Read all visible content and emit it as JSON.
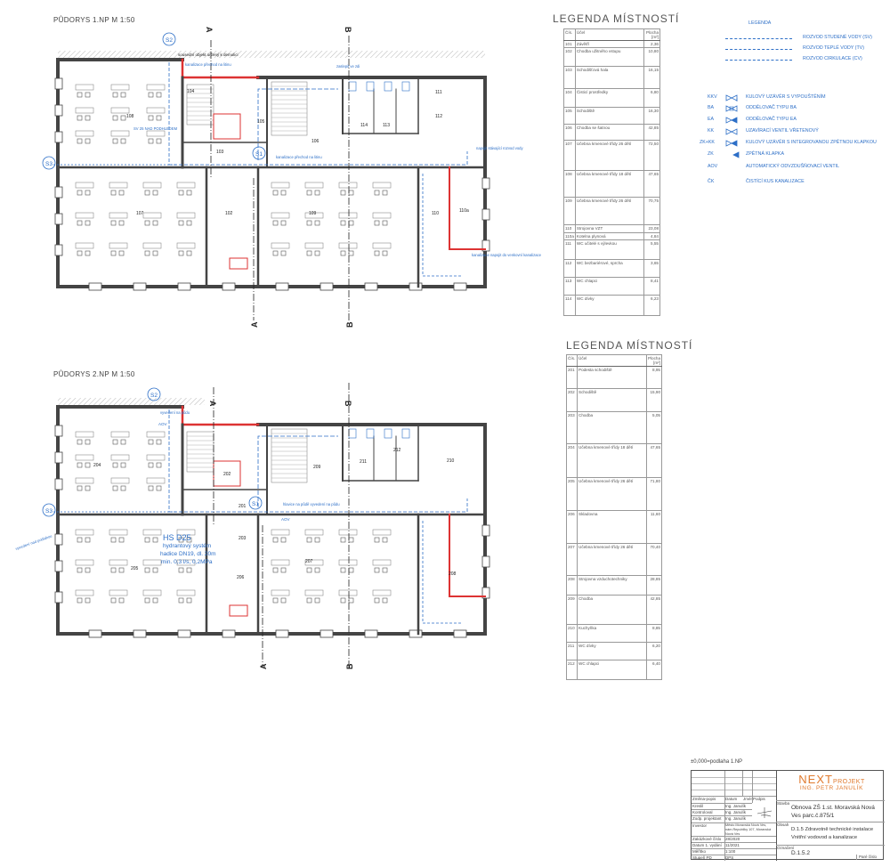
{
  "plans": {
    "np1": {
      "title": "PŮDORYS 1.NP  M 1:50",
      "neighbor_note": "sousední objekt určený k demolici",
      "rooms": [
        {
          "id": "108"
        },
        {
          "id": "104"
        },
        {
          "id": "105"
        },
        {
          "id": "103"
        },
        {
          "id": "106"
        },
        {
          "id": "114"
        },
        {
          "id": "113"
        },
        {
          "id": "112"
        },
        {
          "id": "111"
        },
        {
          "id": "107"
        },
        {
          "id": "102"
        },
        {
          "id": "109"
        },
        {
          "id": "110"
        },
        {
          "id": "110a"
        }
      ],
      "notes": [
        "kanalizace přechod na litinu",
        "kanalizace přechod na litinu",
        "napojit stávající rozvod vody",
        "kanalizace napojit do venkovní kanalizace",
        "zaslepit ve zdi",
        "SV 25 NAD PODHLEDEM"
      ]
    },
    "np2": {
      "title": "PŮDORYS 2.NP  M 1:50",
      "rooms": [
        {
          "id": "204"
        },
        {
          "id": "202"
        },
        {
          "id": "209"
        },
        {
          "id": "211"
        },
        {
          "id": "212"
        },
        {
          "id": "210"
        },
        {
          "id": "201"
        },
        {
          "id": "203"
        },
        {
          "id": "205"
        },
        {
          "id": "206"
        },
        {
          "id": "207"
        },
        {
          "id": "208"
        }
      ],
      "notes": [
        "vyvedení na půdu",
        "hlavice na půdě vyvedení na půdu",
        "vyvedení nad podlahou",
        "AOV",
        "AOV"
      ],
      "hydrant": [
        "HS D25",
        "hydrantový systém",
        "hadice DN19, dl. 20m",
        "min. 0,3 l/s, 0,2MPa"
      ]
    },
    "markers": {
      "s1": "S1",
      "s2": "S2",
      "s3": "S3",
      "a": "A",
      "b": "B"
    }
  },
  "room_legend_1": {
    "title": "LEGENDA MÍSTNOSTÍ",
    "headers": [
      "Čís.",
      "Účel",
      "Plocha [m²]"
    ],
    "rows": [
      [
        "101",
        "Závětří",
        "2,36"
      ],
      [
        "102",
        "Chodba užitného vstupu",
        "10,80"
      ],
      [
        "103",
        "Schodišťová hala",
        "16,15"
      ],
      [
        "104",
        "Čisticí prostředky",
        "6,80"
      ],
      [
        "105",
        "Schodiště",
        "16,30"
      ],
      [
        "106",
        "Chodba se šatnou",
        "42,85"
      ],
      [
        "107",
        "Učebna kmenové třídy 26 dětí",
        "72,50"
      ],
      [
        "108",
        "Učebna kmenové třídy 18 dětí",
        "47,65"
      ],
      [
        "109",
        "Učebna kmenové třídy 26 dětí",
        "70,75"
      ],
      [
        "110",
        "Strojovna VZT",
        "23,08"
      ],
      [
        "110a",
        "Kotelna plynová",
        "4,84"
      ],
      [
        "111",
        "WC učitelé s výlevkou",
        "5,55"
      ],
      [
        "112",
        "WC bezbariérové, sprcha",
        "3,65"
      ],
      [
        "113",
        "WC chlapci",
        "8,41"
      ],
      [
        "114",
        "WC dívky",
        "6,23"
      ]
    ]
  },
  "room_legend_2": {
    "title": "LEGENDA MÍSTNOSTÍ",
    "headers": [
      "Čís.",
      "Účel",
      "Plocha [m²]"
    ],
    "rows": [
      [
        "201",
        "Podesta schodiště",
        "8,95"
      ],
      [
        "202",
        "Schodiště",
        "15,90"
      ],
      [
        "203",
        "Chodba",
        "5,05"
      ],
      [
        "204",
        "Učebna kmenové třídy 18 dětí",
        "47,65"
      ],
      [
        "205",
        "Učebna kmenové třídy 26 dětí",
        "71,80"
      ],
      [
        "206",
        "Skladovna",
        "11,60"
      ],
      [
        "207",
        "Učebna kmenové třídy 26 dětí",
        "70,40"
      ],
      [
        "208",
        "Strojovna vzduchotechniky",
        "28,85"
      ],
      [
        "209",
        "Chodba",
        "42,85"
      ],
      [
        "210",
        "Kuchyňka",
        "8,85"
      ],
      [
        "211",
        "WC dívky",
        "6,20"
      ],
      [
        "212",
        "WC chlapci",
        "6,40"
      ]
    ]
  },
  "pipe_legend": {
    "title": "LEGENDA",
    "lines": [
      {
        "label": "ROZVOD STUDENÉ VODY (SV)"
      },
      {
        "label": "ROZVOD TEPLÉ VODY (TV)"
      },
      {
        "label": "ROZVOD CIRKULACE (CV)"
      }
    ],
    "symbols": [
      {
        "code": "KKV",
        "icon": "ball-valve-drain-icon",
        "label": "KULOVÝ UZÁVĚR S VYPOUŠTĚNÍM"
      },
      {
        "code": "BA",
        "icon": "separator-ba-icon",
        "label": "ODDĚLOVAČ TYPU BA"
      },
      {
        "code": "EA",
        "icon": "separator-ea-icon",
        "label": "ODDĚLOVAČ TYPU EA"
      },
      {
        "code": "KK",
        "icon": "globe-valve-icon",
        "label": "UZAVÍRACÍ VENTIL VŘETENOVÝ"
      },
      {
        "code": "ZK+KK",
        "icon": "ball-valve-check-icon",
        "label": "KULOVÝ UZÁVĚR S INTEGROVANOU ZPĚTNOU KLAPKOU"
      },
      {
        "code": "ZK",
        "icon": "check-valve-icon",
        "label": "ZPĚTNÁ KLAPKA"
      },
      {
        "code": "AOV",
        "icon": "",
        "label": "AUTOMATICKÝ ODVZDUŠŇOVACÍ VENTIL"
      },
      {
        "code": "ČK",
        "icon": "",
        "label": "ČISTÍCÍ KUS KANALIZACE"
      }
    ],
    "color": "#2d6fc7"
  },
  "title_block": {
    "level_note": "±0,000=podlaha 1.NP",
    "logo": {
      "next": "NEXT",
      "projekt": "PROJEKT",
      "name": "ING. PETR JANULÍK",
      "color": "#e07a2e"
    },
    "rev_headers": [
      "Změna-popis",
      "Datum",
      "Jméno",
      "Podpis"
    ],
    "fields": [
      [
        "Kreslil",
        "Ing. Janulík"
      ],
      [
        "Kontroloval",
        "Ing. Janulík"
      ],
      [
        "Zodp. projektant",
        "Ing. Janulík"
      ],
      [
        "Investor",
        "Město Moravská Nová Ves, nám.Republiky 107, Moravská Nová Ves"
      ],
      [
        "Zakázkové číslo",
        "28/2020"
      ],
      [
        "Datum 1. vydání",
        "11/2021"
      ],
      [
        "Měřítko",
        "1:100"
      ],
      [
        "Stupeň PD",
        "DPS"
      ]
    ],
    "stavba_label": "Stavba",
    "stavba": "Obnova ZŠ 1.st. Moravská Nová Ves parc.č.875/1",
    "obsah_label": "Obsah",
    "obsah": [
      "D.1.5 Zdravotně technické instalace",
      "Vnitřní vodovod a kanalizace"
    ],
    "oznaceni_label": "Označení",
    "oznaceni": "D.1.5.2",
    "pare_label": "Paré číslo"
  }
}
